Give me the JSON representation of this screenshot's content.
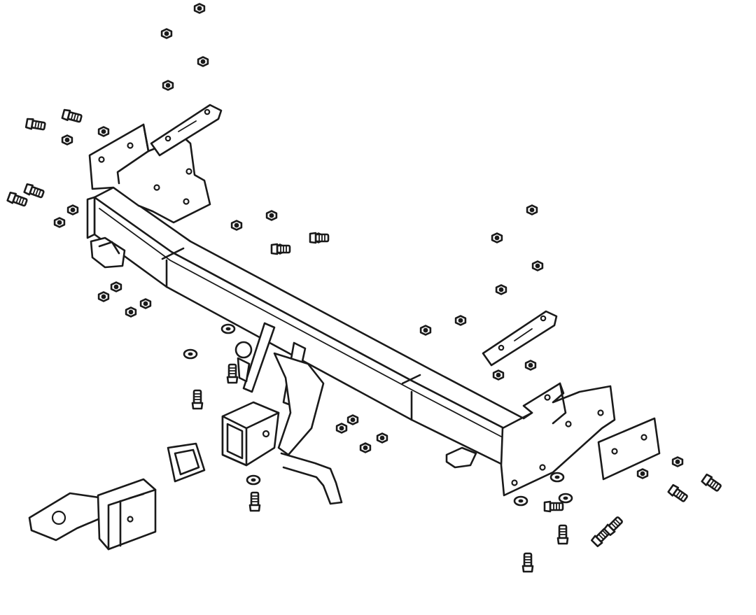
{
  "diagram": {
    "kind": "exploded-parts-drawing",
    "subject": "tow-bar-assembly",
    "colors": {
      "ink": "#1a1a1a",
      "background": "#ffffff"
    },
    "parts": [
      {
        "id": "main-crossbar",
        "count": 1
      },
      {
        "id": "left-mounting-bracket",
        "count": 1
      },
      {
        "id": "right-mounting-bracket",
        "count": 1
      },
      {
        "id": "left-spacer-plate",
        "count": 1
      },
      {
        "id": "right-spacer-plate",
        "count": 1
      },
      {
        "id": "backing-plate",
        "count": 2
      },
      {
        "id": "receiver-hitch",
        "count": 1
      },
      {
        "id": "ball-mount",
        "count": 1
      },
      {
        "id": "receiver-cover",
        "count": 1
      },
      {
        "id": "hitch-pin",
        "count": 1
      },
      {
        "id": "safety-chain-loop",
        "count": 2
      },
      {
        "id": "bolt",
        "count": 16
      },
      {
        "id": "nut",
        "count": 30
      },
      {
        "id": "washer",
        "count": 6
      }
    ]
  }
}
